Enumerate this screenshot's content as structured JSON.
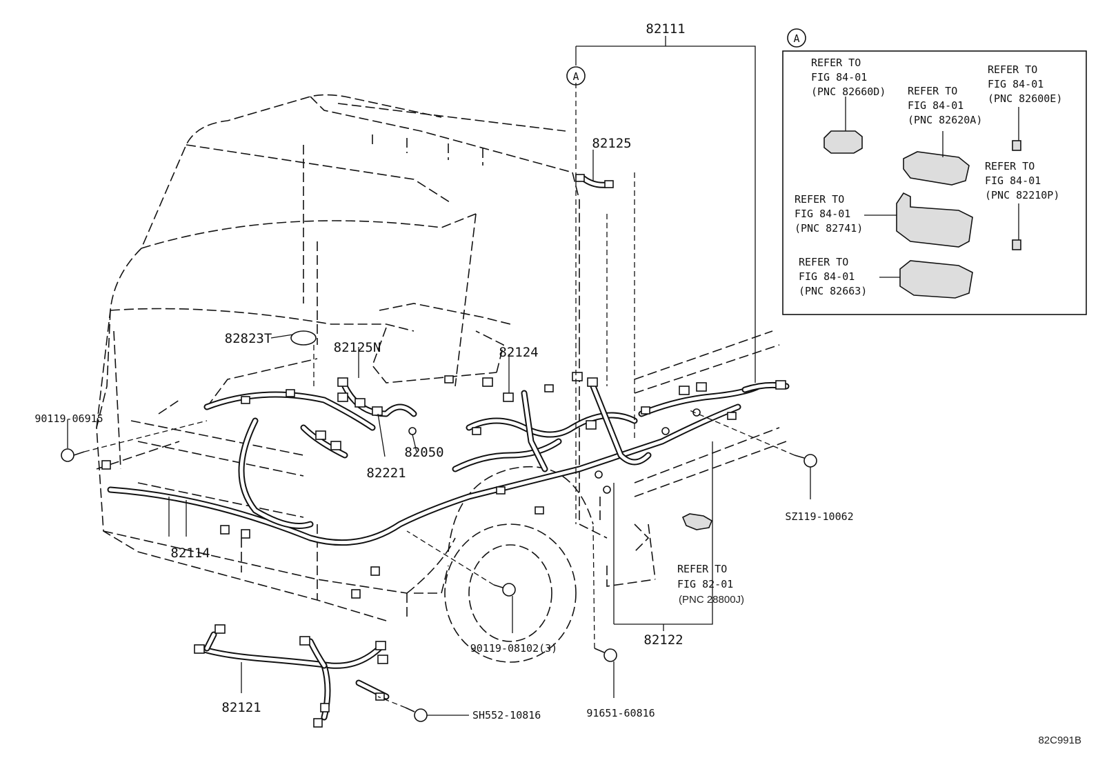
{
  "diagram": {
    "diagram_code": "82C991B",
    "callout_letter": "A",
    "parts": {
      "p82111": "82111",
      "p82125": "82125",
      "p82823T": "82823T",
      "p82125N": "82125N",
      "p82124": "82124",
      "p90119_06915": "90119-06915",
      "p82221": "82221",
      "p82050": "82050",
      "pSZ119": "SZ119-10062",
      "p82114": "82114",
      "p82122": "82122",
      "p90119_08102": "90119-08102(3)",
      "p82121": "82121",
      "p91651": "91651-60816",
      "pSH552": "SH552-10816"
    },
    "refer_body": {
      "line1": "REFER TO",
      "line2": "FIG 82-01",
      "line3": "(PNC 28800J)"
    },
    "inset": {
      "ref_82660D": [
        "REFER TO",
        "FIG 84-01",
        "(PNC 82660D)"
      ],
      "ref_82620A": [
        "REFER TO",
        "FIG 84-01",
        "(PNC 82620A)"
      ],
      "ref_82600E": [
        "REFER TO",
        "FIG 84-01",
        "(PNC 82600E)"
      ],
      "ref_82210P": [
        "REFER TO",
        "FIG 84-01",
        "(PNC 82210P)"
      ],
      "ref_82741": [
        "REFER TO",
        "FIG 84-01",
        "(PNC 82741)"
      ],
      "ref_82663": [
        "REFER TO",
        "FIG 84-01",
        "(PNC 82663)"
      ]
    }
  }
}
